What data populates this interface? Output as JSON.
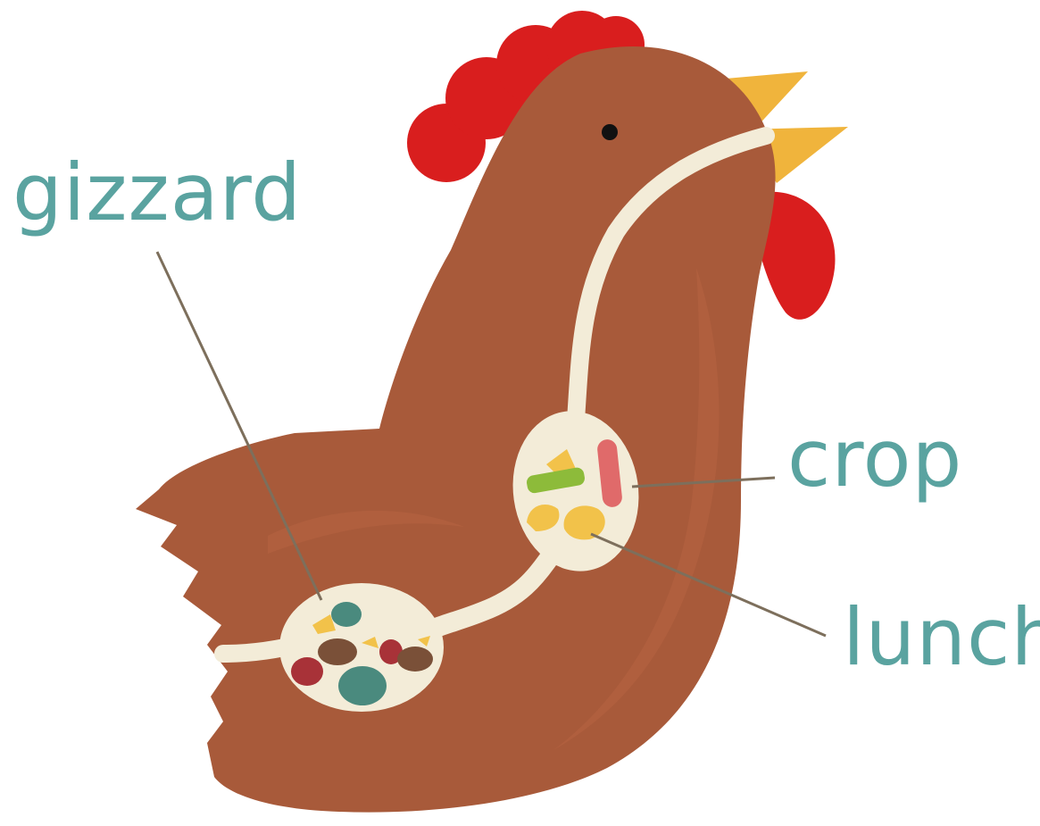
{
  "labels": {
    "gizzard": "gizzard",
    "crop": "crop",
    "lunch": "lunch"
  },
  "colors": {
    "label_text": "#5aa3a0",
    "pointer_line": "#7d6f5c",
    "body": "#a85a3a",
    "body_shade": "#c06a48",
    "comb": "#d91e1e",
    "beak": "#f0b43c",
    "digestive_tract": "#f3ecd8",
    "eye": "#111111",
    "food_green": "#8dbb3a",
    "food_pink": "#e06a6a",
    "food_yellow": "#f2c24a",
    "stone_teal": "#4a8a7e",
    "stone_brown": "#7a5038",
    "stone_red": "#a83238"
  }
}
